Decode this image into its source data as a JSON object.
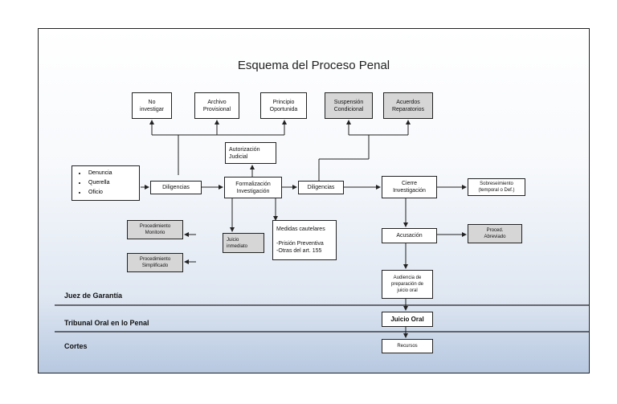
{
  "title": "Esquema del Proceso Penal",
  "boxes": {
    "no_investigar": "No\ninvestigar",
    "archivo_provisional": "Archivo\nProvisional",
    "principio_oportunidad": "Principio\nOportunida",
    "suspension_condicional": "Suspensión\nCondicional",
    "acuerdos_reparatorios": "Acuerdos\nReparatorios",
    "autorizacion_judicial": "Autorización\nJudicial",
    "diligencias_1": "Diligencias",
    "formalizacion": "Formalización\nInvestigación",
    "diligencias_2": "Diligencias",
    "cierre": "Cierre\nInvestigación",
    "sobreseimiento": "Sobreseimiento\n(temporal o Def.)",
    "procedimiento_monitorio": "Procedimiento\nMonitorio",
    "procedimiento_simplificado": "Procedimiento\nSimplificado",
    "juicio_inmediato": "Juicio\ninmediato",
    "medidas_cautelares": "Medidas cautelares\n\n-Prisión Preventiva\n-Otras del art. 155",
    "acusacion": "Acusación",
    "proced_abreviado": "Proced.\nAbreviado",
    "audiencia_preparacion": "Audiencia de\npreparación de\njuicio oral",
    "juicio_oral": "Juicio Oral",
    "recursos": "Recursos"
  },
  "inicio": [
    "Denuncia",
    "Querella",
    "Oficio"
  ],
  "zones": {
    "juez_garantia": "Juez de Garantía",
    "tribunal_oral": "Tribunal Oral en lo Penal",
    "cortes": "Cortes"
  },
  "colors": {
    "line": "#222222",
    "gray_box": "#d6d6d6",
    "background_bottom": "#b7c8e0"
  }
}
